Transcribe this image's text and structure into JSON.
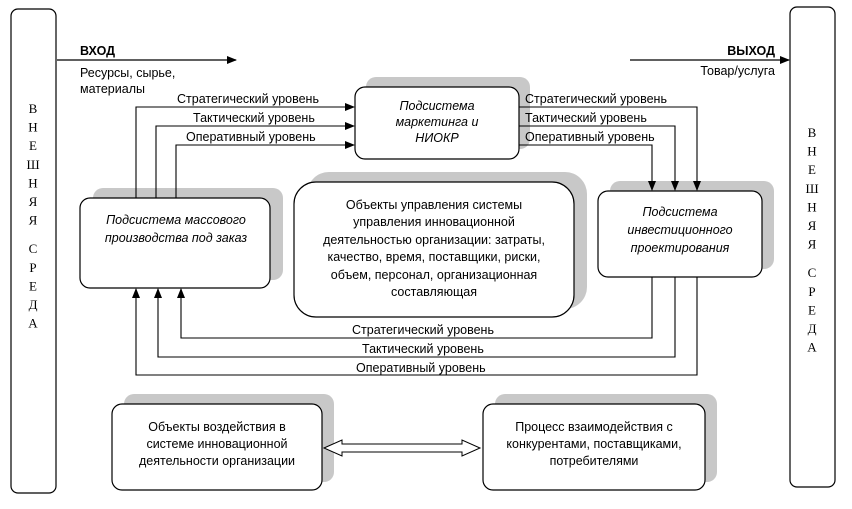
{
  "external_env_left": "ВНЕШНЯЯ СРЕДА",
  "external_env_right": "ВНЕШНЯЯ СРЕДА",
  "input": {
    "title": "ВХОД",
    "line1": "Ресурсы, сырье,",
    "line2": "материалы"
  },
  "output": {
    "title": "ВЫХОД",
    "line1": "Товар/услуга"
  },
  "marketing": {
    "line1": "Подсистема",
    "line2": "маркетинга и",
    "line3": "НИОКР"
  },
  "production": {
    "line1": "Подсистема массового",
    "line2": "производства под заказ"
  },
  "investment": {
    "line1": "Подсистема",
    "line2": "инвестиционного",
    "line3": "проектирования"
  },
  "control_objects": {
    "line1": "Объекты управления системы",
    "line2": "управления инновационной",
    "line3": "деятельностью организации: затраты,",
    "line4": "качество, время, поставщики, риски,",
    "line5": "объем, персонал, организационная",
    "line6": "составляющая"
  },
  "impact_objects": {
    "line1": "Объекты воздействия в",
    "line2": "системе инновационной",
    "line3": "деятельности организации"
  },
  "interaction": {
    "line1": "Процесс взаимодействия с",
    "line2": "конкурентами, поставщиками,",
    "line3": "потребителями"
  },
  "levels": {
    "left_top": [
      "Стратегический уровень",
      "Тактический уровень",
      "Оперативный уровень"
    ],
    "right_top": [
      "Стратегический уровень",
      "Тактический уровень",
      "Оперативный уровень"
    ],
    "bottom": [
      "Стратегический уровень",
      "Тактический уровень",
      "Оперативный уровень"
    ]
  }
}
